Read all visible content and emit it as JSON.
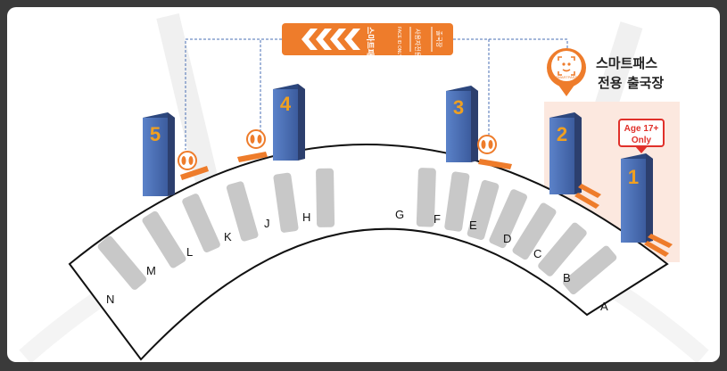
{
  "smartpass_area": {
    "title_line1": "스마트패스",
    "title_line2": "전용 출국장",
    "icon": "face-scan-icon",
    "pin_caption": "SMARTPASS"
  },
  "age_badge": {
    "line1": "Age 17+",
    "line2": "Only"
  },
  "sign": {
    "main": "스마트패스전용",
    "sub": "FACE ID ONLY",
    "extra1": "사용자전용",
    "extra2": "출국장"
  },
  "departure_gates": [
    {
      "number": "1"
    },
    {
      "number": "2"
    },
    {
      "number": "3"
    },
    {
      "number": "4"
    },
    {
      "number": "5"
    }
  ],
  "check_in_counters": [
    "A",
    "B",
    "C",
    "D",
    "E",
    "F",
    "G",
    "H",
    "J",
    "K",
    "L",
    "M",
    "N"
  ],
  "colors": {
    "accent_orange": "#ee7c2b",
    "gate_blue": "#4a6fb5",
    "counter_gray": "#c8c8c8",
    "highlight_pink": "#fce8df"
  }
}
